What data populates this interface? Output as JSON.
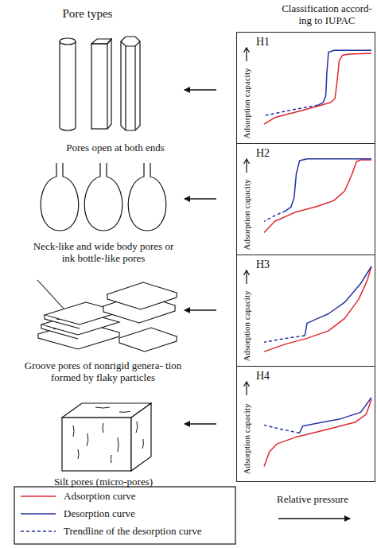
{
  "diagram": {
    "nodes": [
      {
        "text": [
          "H1",
          "Adsorption capacity"
        ]
      },
      {
        "text": [
          "H2",
          "Adsorption capacity"
        ]
      },
      {
        "text": [
          "H3",
          "Adsorption capacity"
        ]
      },
      {
        "text": [
          "H4",
          "Adsorption capacity"
        ]
      }
    ],
    "labels": [
      "Pore types",
      "Classification accord- ing to IUPAC",
      "Pores open at both ends",
      "Neck-like and wide body pores or ink bottle-like pores",
      "Groove pores of nonrigid genera- tion formed by flaky particles",
      "Silt pores (micro-pores)",
      "Relative pressure"
    ],
    "legend": [
      {
        "text": "Adsorption curve"
      },
      {
        "text": "Desorption curve"
      },
      {
        "text": "Trendline of the desorption curve"
      }
    ]
  }
}
